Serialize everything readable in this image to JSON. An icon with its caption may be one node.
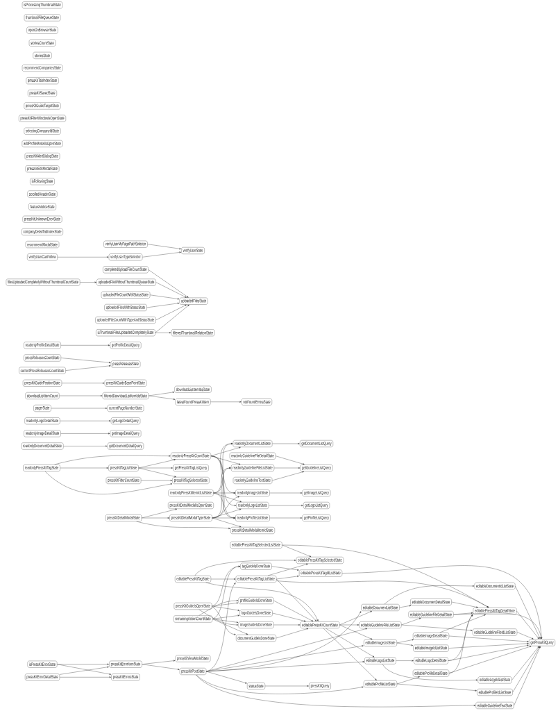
{
  "diagram": {
    "nodes": [
      {
        "text": [
          "isProcessingThumbnailState"
        ]
      },
      {
        "text": [
          "thumbnailFileQueueState"
        ]
      },
      {
        "text": [
          "openOnBrowserState"
        ]
      },
      {
        "text": [
          "storiesCountState"
        ]
      },
      {
        "text": [
          "storiesState"
        ]
      },
      {
        "text": [
          "recommendCompaniesState"
        ]
      },
      {
        "text": [
          "pressKitTabIndexState"
        ]
      },
      {
        "text": [
          "pressKitSavedState"
        ]
      },
      {
        "text": [
          "pressKitGuideTargetState"
        ]
      },
      {
        "text": [
          "pressKitFilterWindowIsOpenState"
        ]
      },
      {
        "text": [
          "selectingCompanyIdState"
        ]
      },
      {
        "text": [
          "addProfileModalIsOpenState"
        ]
      },
      {
        "text": [
          "pressKitAlertDialogState"
        ]
      },
      {
        "text": [
          "pressKitEditModalState"
        ]
      },
      {
        "text": [
          "isFollowingState"
        ]
      },
      {
        "text": [
          "scrolledHeaderState"
        ]
      },
      {
        "text": [
          "featureNoticeState"
        ]
      },
      {
        "text": [
          "pressKitUnknownErrorState"
        ]
      },
      {
        "text": [
          "companyDetailTabIndexState"
        ]
      },
      {
        "text": [
          "recommendModalState"
        ]
      },
      {
        "text": [
          "verifyUserMyPagePathSelector"
        ]
      },
      {
        "text": [
          "verifyUserState"
        ]
      },
      {
        "text": [
          "verifyUserCanFollow"
        ]
      },
      {
        "text": [
          "verifyUserTypeSelector"
        ]
      },
      {
        "text": [
          "completedUploadFileCountState"
        ]
      },
      {
        "text": [
          "filesUploadedCompletelyWithoutThumbnailCountState"
        ]
      },
      {
        "text": [
          "uploadedFileWithoutThumbnailQueueState"
        ]
      },
      {
        "text": [
          "uploadedFileCountWithStatusState"
        ]
      },
      {
        "text": [
          "uploadedFilesState"
        ]
      },
      {
        "text": [
          "uploadedFilesWithStatusState"
        ]
      },
      {
        "text": [
          "uploadedFileCountWithTypeAndStatusState"
        ]
      },
      {
        "text": [
          "isThumbnailFilesUploadedCompletelyState"
        ]
      },
      {
        "text": [
          "filteredThumbnailRelationState"
        ]
      },
      {
        "text": [
          "readonlyProfileDetailState"
        ]
      },
      {
        "text": [
          "getProfileDetailQuery"
        ]
      },
      {
        "text": [
          "pressReleasesCountState"
        ]
      },
      {
        "text": [
          "pressReleasesState"
        ]
      },
      {
        "text": [
          "currentPressReleasesCountState"
        ]
      },
      {
        "text": [
          "pressKitGuidePositionState"
        ]
      },
      {
        "text": [
          "pressKitGuideBasePointState"
        ]
      },
      {
        "text": [
          "downloadListItemIdsState"
        ]
      },
      {
        "text": [
          "downloadListItemCount"
        ]
      },
      {
        "text": [
          "filteredDownloadListItemIdsState"
        ]
      },
      {
        "text": [
          "latestFoundPressKitItem"
        ]
      },
      {
        "text": [
          "notFoundErrorsState"
        ]
      },
      {
        "text": [
          "pagerState"
        ]
      },
      {
        "text": [
          "currentPageNumberState"
        ]
      },
      {
        "text": [
          "readonlyLogoDetailState"
        ]
      },
      {
        "text": [
          "getLogoDetailQuery"
        ]
      },
      {
        "text": [
          "readonlyImageDetailState"
        ]
      },
      {
        "text": [
          "getImageDetailQuery"
        ]
      },
      {
        "text": [
          "readonlyDocumentListState"
        ]
      },
      {
        "text": [
          "getDocumentListQuery"
        ]
      },
      {
        "text": [
          "readonlyDocumentDetailState"
        ]
      },
      {
        "text": [
          "getDocumentDetailQuery"
        ]
      },
      {
        "text": [
          "readonlyPressKitCountState"
        ]
      },
      {
        "text": [
          "readonlyGuidelineFileDetailState"
        ]
      },
      {
        "text": [
          "readonlyPressKitTagState"
        ]
      },
      {
        "text": [
          "pressKitTagListState"
        ]
      },
      {
        "text": [
          "getPressKitTagListQuery"
        ]
      },
      {
        "text": [
          "readonlyGuidelineFileListState"
        ]
      },
      {
        "text": [
          "getGuidelineListQuery"
        ]
      },
      {
        "text": [
          "pressKitFilterCountState"
        ]
      },
      {
        "text": [
          "pressKitTagSelectedState"
        ]
      },
      {
        "text": [
          "readonlyGuidelineTextState"
        ]
      },
      {
        "text": [
          "readonlyPressKitItemIdListState"
        ]
      },
      {
        "text": [
          "readonlyImageListState"
        ]
      },
      {
        "text": [
          "getImageListQuery"
        ]
      },
      {
        "text": [
          "pressKitDetailModalIsOpenState"
        ]
      },
      {
        "text": [
          "readonlyLogoListState"
        ]
      },
      {
        "text": [
          "getLogoListQuery"
        ]
      },
      {
        "text": [
          "pressKitDetailModalState"
        ]
      },
      {
        "text": [
          "pressKitDetailModalTypeState"
        ]
      },
      {
        "text": [
          "readonlyProfileListState"
        ]
      },
      {
        "text": [
          "getProfileListQuery"
        ]
      },
      {
        "text": [
          "pressKitDetailModalItemIdState"
        ]
      },
      {
        "text": [
          "editablePressKitTagSelectedListState"
        ]
      },
      {
        "text": [
          "editablePressKitTagSelectedState"
        ]
      },
      {
        "text": [
          "tagGuideIsDoneState"
        ]
      },
      {
        "text": [
          "editablePressKitTagIdListState"
        ]
      },
      {
        "text": [
          "editablePressKitTagState"
        ]
      },
      {
        "text": [
          "editablePressKitTagListState"
        ]
      },
      {
        "text": [
          "editableDocumentIdListState"
        ]
      },
      {
        "text": [
          "profileGuideIsDoneState"
        ]
      },
      {
        "text": [
          "editableDocumentDetailState"
        ]
      },
      {
        "text": [
          "pressKitGuideIsOpenState"
        ]
      },
      {
        "text": [
          "editableDocumentListState"
        ]
      },
      {
        "text": [
          "editablePressKitTagDetailState"
        ]
      },
      {
        "text": [
          "logoGuideIsDoneState"
        ]
      },
      {
        "text": [
          "editableGuidelineFileDetailState"
        ]
      },
      {
        "text": [
          "remainingActionCountState"
        ]
      },
      {
        "text": [
          "imageGuideIsDoneState"
        ]
      },
      {
        "text": [
          "editablePressKitCountState"
        ]
      },
      {
        "text": [
          "editableGuidelineFileListState"
        ]
      },
      {
        "text": [
          "editableGuidelineFileIdListState"
        ]
      },
      {
        "text": [
          "editableImageDetailState"
        ]
      },
      {
        "text": [
          "documentGuideIsDoneState"
        ]
      },
      {
        "text": [
          "getPressKitQuery"
        ]
      },
      {
        "text": [
          "editableImageListState"
        ]
      },
      {
        "text": [
          "editableImageIdListState"
        ]
      },
      {
        "text": [
          "pressKitViewModelState"
        ]
      },
      {
        "text": [
          "editableLogoListState"
        ]
      },
      {
        "text": [
          "editableLogoDetailState"
        ]
      },
      {
        "text": [
          "isPressKitErrorState"
        ]
      },
      {
        "text": [
          "pressKitErrorItemState"
        ]
      },
      {
        "text": [
          "pressKitPostState"
        ]
      },
      {
        "text": [
          "editableProfileDetailState"
        ]
      },
      {
        "text": [
          "pressKitErrorDetailState"
        ]
      },
      {
        "text": [
          "pressKitErrorsState"
        ]
      },
      {
        "text": [
          "editableLogoIdListState"
        ]
      },
      {
        "text": [
          "editableProfileListState"
        ]
      },
      {
        "text": [
          "statusState"
        ]
      },
      {
        "text": [
          "pressKitQuery"
        ]
      },
      {
        "text": [
          "editableProfileIdListState"
        ]
      },
      {
        "text": [
          "editableGuidelineTextState"
        ]
      }
    ],
    "edges": [
      {
        "from": 22,
        "to": 23,
        "arrow": "to"
      },
      {
        "from": 20,
        "to": 21,
        "arrow": "to"
      },
      {
        "from": 23,
        "to": 21,
        "arrow": "to"
      },
      {
        "from": 25,
        "to": 26,
        "arrow": "to"
      },
      {
        "from": 24,
        "to": 28,
        "arrow": "to"
      },
      {
        "from": 26,
        "to": 28,
        "arrow": "to"
      },
      {
        "from": 27,
        "to": 28,
        "arrow": "to"
      },
      {
        "from": 29,
        "to": 28,
        "arrow": "to"
      },
      {
        "from": 30,
        "to": 28,
        "arrow": "to"
      },
      {
        "from": 31,
        "to": 28,
        "arrow": "to"
      },
      {
        "from": 31,
        "to": 32,
        "arrow": "to"
      },
      {
        "from": 33,
        "to": 34,
        "arrow": "to"
      },
      {
        "from": 35,
        "to": 36,
        "arrow": "to"
      },
      {
        "from": 37,
        "to": 36,
        "arrow": "to"
      },
      {
        "from": 38,
        "to": 39,
        "arrow": "to"
      },
      {
        "from": 41,
        "to": 42,
        "arrow": "to"
      },
      {
        "from": 42,
        "to": 40,
        "arrow": "to"
      },
      {
        "from": 42,
        "to": 43,
        "arrow": "to"
      },
      {
        "from": 43,
        "to": 44,
        "arrow": "to"
      },
      {
        "from": 45,
        "to": 46,
        "arrow": "to"
      },
      {
        "from": 47,
        "to": 48,
        "arrow": "to"
      },
      {
        "from": 49,
        "to": 50,
        "arrow": "to"
      },
      {
        "from": 53,
        "to": 54,
        "arrow": "to"
      },
      {
        "from": 57,
        "to": 55,
        "arrow": "to"
      },
      {
        "from": 57,
        "to": 58,
        "arrow": "to"
      },
      {
        "from": 57,
        "to": 63,
        "arrow": "to"
      },
      {
        "from": 58,
        "to": 55,
        "arrow": "to"
      },
      {
        "from": 58,
        "to": 59,
        "arrow": "to"
      },
      {
        "from": 58,
        "to": 63,
        "arrow": "to"
      },
      {
        "from": 62,
        "to": 63,
        "arrow": "to"
      },
      {
        "from": 55,
        "to": 51,
        "arrow": "to"
      },
      {
        "from": 55,
        "to": 60,
        "arrow": "to"
      },
      {
        "from": 55,
        "to": 66,
        "arrow": "to"
      },
      {
        "from": 55,
        "to": 69,
        "arrow": "to"
      },
      {
        "from": 55,
        "to": 73,
        "arrow": "to"
      },
      {
        "from": 65,
        "to": 51,
        "arrow": "to"
      },
      {
        "from": 65,
        "to": 60,
        "arrow": "to"
      },
      {
        "from": 65,
        "to": 66,
        "arrow": "to"
      },
      {
        "from": 65,
        "to": 69,
        "arrow": "to"
      },
      {
        "from": 65,
        "to": 73,
        "arrow": "to"
      },
      {
        "from": 72,
        "to": 51,
        "arrow": "to"
      },
      {
        "from": 72,
        "to": 60,
        "arrow": "to"
      },
      {
        "from": 72,
        "to": 66,
        "arrow": "to"
      },
      {
        "from": 72,
        "to": 69,
        "arrow": "to"
      },
      {
        "from": 72,
        "to": 73,
        "arrow": "to"
      },
      {
        "from": 71,
        "to": 68,
        "arrow": "to"
      },
      {
        "from": 71,
        "to": 72,
        "arrow": "to"
      },
      {
        "from": 71,
        "to": 75,
        "arrow": "to"
      },
      {
        "from": 72,
        "to": 75,
        "arrow": "to"
      },
      {
        "from": 51,
        "to": 52,
        "arrow": "to"
      },
      {
        "from": 56,
        "to": 61,
        "arrow": "to"
      },
      {
        "from": 60,
        "to": 61,
        "arrow": "to"
      },
      {
        "from": 64,
        "to": 61,
        "arrow": "to"
      },
      {
        "from": 66,
        "to": 67,
        "arrow": "to"
      },
      {
        "from": 69,
        "to": 70,
        "arrow": "to"
      },
      {
        "from": 73,
        "to": 74,
        "arrow": "to"
      },
      {
        "from": 76,
        "to": 77,
        "arrow": "to"
      },
      {
        "from": 76,
        "to": 87,
        "arrow": "to"
      },
      {
        "from": 80,
        "to": 77,
        "arrow": "to"
      },
      {
        "from": 80,
        "to": 81,
        "arrow": "to"
      },
      {
        "from": 80,
        "to": 92,
        "arrow": "to"
      },
      {
        "from": 78,
        "to": 79,
        "arrow": "to"
      },
      {
        "from": 81,
        "to": 77,
        "arrow": "to"
      },
      {
        "from": 81,
        "to": 79,
        "arrow": "to"
      },
      {
        "from": 81,
        "to": 87,
        "arrow": "to"
      },
      {
        "from": 81,
        "to": 92,
        "arrow": "to"
      },
      {
        "from": 85,
        "to": 78,
        "arrow": "to"
      },
      {
        "from": 85,
        "to": 83,
        "arrow": "to"
      },
      {
        "from": 85,
        "to": 88,
        "arrow": "to"
      },
      {
        "from": 85,
        "to": 91,
        "arrow": "to"
      },
      {
        "from": 85,
        "to": 96,
        "arrow": "to"
      },
      {
        "from": 90,
        "to": 78,
        "arrow": "to"
      },
      {
        "from": 90,
        "to": 83,
        "arrow": "to"
      },
      {
        "from": 90,
        "to": 88,
        "arrow": "to"
      },
      {
        "from": 90,
        "to": 91,
        "arrow": "to"
      },
      {
        "from": 90,
        "to": 96,
        "arrow": "to"
      },
      {
        "from": 83,
        "to": 92,
        "arrow": "to"
      },
      {
        "from": 88,
        "to": 92,
        "arrow": "to"
      },
      {
        "from": 91,
        "to": 92,
        "arrow": "to"
      },
      {
        "from": 96,
        "to": 92,
        "arrow": "to"
      },
      {
        "from": 92,
        "to": 86,
        "arrow": "to"
      },
      {
        "from": 92,
        "to": 93,
        "arrow": "to"
      },
      {
        "from": 92,
        "to": 98,
        "arrow": "to"
      },
      {
        "from": 92,
        "to": 101,
        "arrow": "to"
      },
      {
        "from": 92,
        "to": 110,
        "arrow": "to"
      },
      {
        "from": 86,
        "to": 82,
        "arrow": "to"
      },
      {
        "from": 86,
        "to": 84,
        "arrow": "to"
      },
      {
        "from": 93,
        "to": 89,
        "arrow": "to"
      },
      {
        "from": 93,
        "to": 94,
        "arrow": "to"
      },
      {
        "from": 98,
        "to": 95,
        "arrow": "to"
      },
      {
        "from": 98,
        "to": 99,
        "arrow": "to"
      },
      {
        "from": 101,
        "to": 102,
        "arrow": "to"
      },
      {
        "from": 101,
        "to": 109,
        "arrow": "to"
      },
      {
        "from": 110,
        "to": 106,
        "arrow": "to"
      },
      {
        "from": 110,
        "to": 113,
        "arrow": "to"
      },
      {
        "from": 84,
        "to": 87,
        "arrow": "to"
      },
      {
        "from": 89,
        "to": 87,
        "arrow": "to"
      },
      {
        "from": 95,
        "to": 87,
        "arrow": "to"
      },
      {
        "from": 102,
        "to": 87,
        "arrow": "to"
      },
      {
        "from": 106,
        "to": 87,
        "arrow": "to"
      },
      {
        "from": 79,
        "to": 97,
        "arrow": "to"
      },
      {
        "from": 82,
        "to": 97,
        "arrow": "to"
      },
      {
        "from": 87,
        "to": 97,
        "arrow": "to"
      },
      {
        "from": 89,
        "to": 97,
        "arrow": "to"
      },
      {
        "from": 94,
        "to": 97,
        "arrow": "to"
      },
      {
        "from": 95,
        "to": 97,
        "arrow": "to"
      },
      {
        "from": 99,
        "to": 97,
        "arrow": "to"
      },
      {
        "from": 102,
        "to": 97,
        "arrow": "to"
      },
      {
        "from": 106,
        "to": 97,
        "arrow": "to"
      },
      {
        "from": 109,
        "to": 97,
        "arrow": "to"
      },
      {
        "from": 113,
        "to": 97,
        "arrow": "to"
      },
      {
        "from": 114,
        "to": 97,
        "arrow": "to"
      },
      {
        "from": 105,
        "to": 81,
        "arrow": "to"
      },
      {
        "from": 105,
        "to": 86,
        "arrow": "to"
      },
      {
        "from": 105,
        "to": 93,
        "arrow": "to"
      },
      {
        "from": 105,
        "to": 98,
        "arrow": "to"
      },
      {
        "from": 105,
        "to": 101,
        "arrow": "to"
      },
      {
        "from": 105,
        "to": 110,
        "arrow": "to"
      },
      {
        "from": 105,
        "to": 111,
        "arrow": "to"
      },
      {
        "from": 105,
        "to": 114,
        "arrow": "to"
      },
      {
        "from": 111,
        "to": 112,
        "arrow": "to"
      },
      {
        "from": 103,
        "to": 104,
        "arrow": "to"
      },
      {
        "from": 103,
        "to": 108,
        "arrow": "to"
      },
      {
        "from": 107,
        "to": 104,
        "arrow": "to"
      },
      {
        "from": 107,
        "to": 108,
        "arrow": "to"
      },
      {
        "from": 104,
        "to": 100,
        "arrow": "to"
      },
      {
        "from": 104,
        "to": 105,
        "arrow": "to"
      }
    ]
  }
}
